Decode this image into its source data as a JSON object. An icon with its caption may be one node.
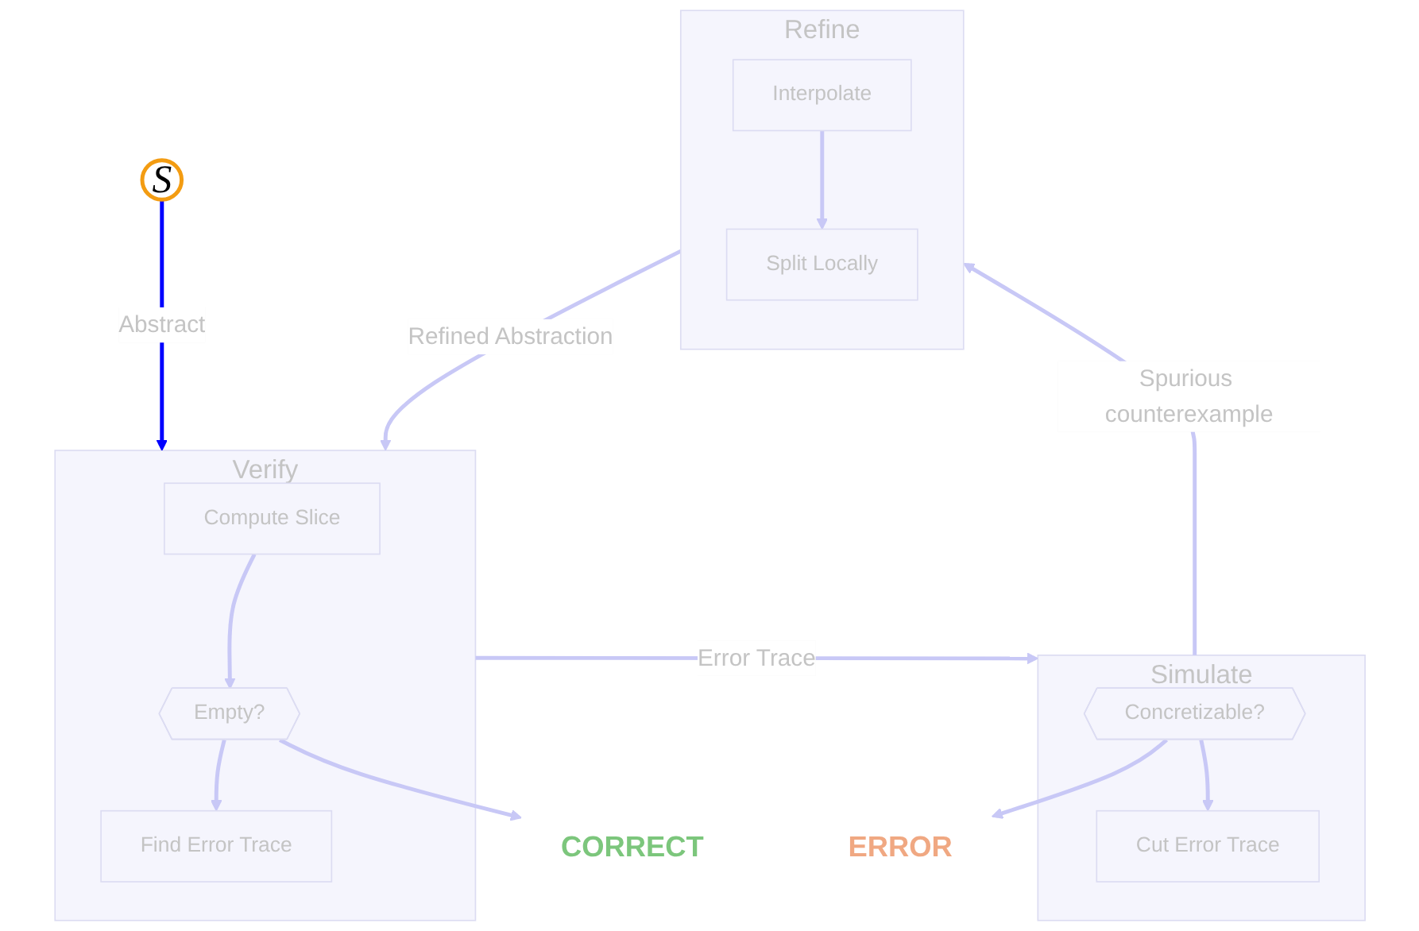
{
  "diagram": {
    "nodes": [
      {
        "text": [
          "S"
        ]
      },
      {
        "text": [
          "Verify"
        ]
      },
      {
        "text": [
          "Compute Slice"
        ],
        "in": 1
      },
      {
        "text": [
          "Empty?"
        ],
        "in": 1
      },
      {
        "text": [
          "Find Error Trace"
        ],
        "in": 1
      },
      {
        "text": [
          "CORRECT"
        ]
      },
      {
        "text": [
          "Simulate"
        ]
      },
      {
        "text": [
          "Concretizable?"
        ],
        "in": 6
      },
      {
        "text": [
          "Cut Error Trace"
        ],
        "in": 6
      },
      {
        "text": [
          "ERROR"
        ]
      },
      {
        "text": [
          "Refine"
        ]
      },
      {
        "text": [
          "Split Locally"
        ],
        "in": 10
      },
      {
        "text": [
          "Interpolate"
        ],
        "in": 10
      }
    ],
    "edges": [
      {
        "from": 0,
        "to": 1,
        "arrow": "to",
        "label": "Abstract",
        "color": "#0000ff"
      },
      {
        "from": 2,
        "to": 3,
        "arrow": "to"
      },
      {
        "from": 3,
        "to": 4,
        "arrow": "to"
      },
      {
        "from": 3,
        "to": 5,
        "arrow": "to"
      },
      {
        "from": 1,
        "to": 6,
        "arrow": "to",
        "label": "Error Trace"
      },
      {
        "from": 7,
        "to": 8,
        "arrow": "to"
      },
      {
        "from": 7,
        "to": 9,
        "arrow": "to"
      },
      {
        "from": 6,
        "to": 10,
        "arrow": "to",
        "label": "Spurious counterexample"
      },
      {
        "from": 12,
        "to": 11,
        "arrow": "to"
      },
      {
        "from": 10,
        "to": 1,
        "arrow": "to",
        "label": "Refined Abstraction"
      }
    ]
  }
}
